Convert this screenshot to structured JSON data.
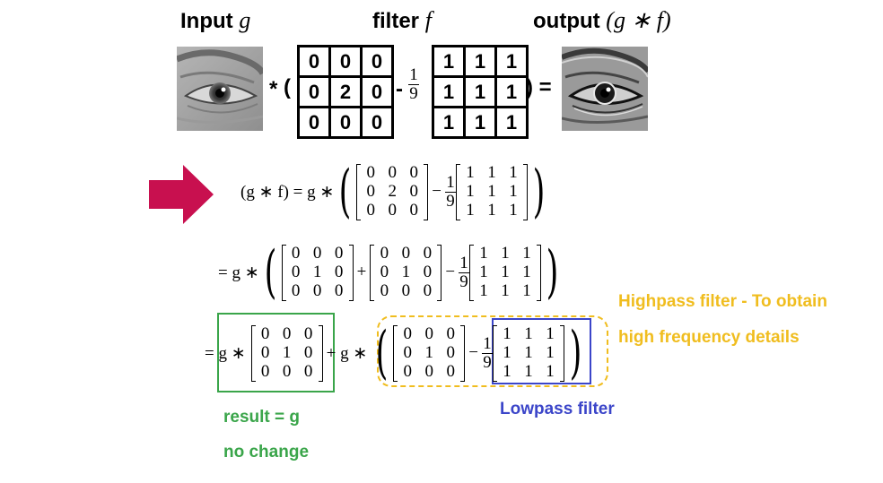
{
  "header": {
    "input_label": "Input",
    "input_var": "g",
    "filter_label": "filter",
    "filter_var": "f",
    "output_label": "output",
    "output_expr": "(g ∗ f)"
  },
  "filter_eq": {
    "star": "*",
    "open": "(",
    "minus": "-",
    "frac_num": "1",
    "frac_den": "9",
    "close_eq": ") =",
    "delta": [
      [
        "0",
        "0",
        "0"
      ],
      [
        "0",
        "2",
        "0"
      ],
      [
        "0",
        "0",
        "0"
      ]
    ],
    "box": [
      [
        "1",
        "1",
        "1"
      ],
      [
        "1",
        "1",
        "1"
      ],
      [
        "1",
        "1",
        "1"
      ]
    ]
  },
  "equations": {
    "line1_prefix": "(g ∗ f) = g ∗",
    "line2_prefix": "= g ∗",
    "line3_prefix": "= g ∗",
    "plus_g": "+ g ∗",
    "plus": "+",
    "minus": "−",
    "frac_num": "1",
    "frac_den": "9",
    "m_delta2": [
      [
        "0",
        "0",
        "0"
      ],
      [
        "0",
        "2",
        "0"
      ],
      [
        "0",
        "0",
        "0"
      ]
    ],
    "m_delta1": [
      [
        "0",
        "0",
        "0"
      ],
      [
        "0",
        "1",
        "0"
      ],
      [
        "0",
        "0",
        "0"
      ]
    ],
    "m_box": [
      [
        "1",
        "1",
        "1"
      ],
      [
        "1",
        "1",
        "1"
      ],
      [
        "1",
        "1",
        "1"
      ]
    ]
  },
  "annotations": {
    "highpass_line1": "Highpass filter - To obtain",
    "highpass_line2": "high frequency details",
    "lowpass": "Lowpass filter",
    "result_line1": "result = g",
    "result_line2": "no change"
  },
  "colors": {
    "arrow": "#c8104f",
    "green": "#3aa54a",
    "blue": "#3b45c9",
    "yellow": "#f0bd1f"
  }
}
